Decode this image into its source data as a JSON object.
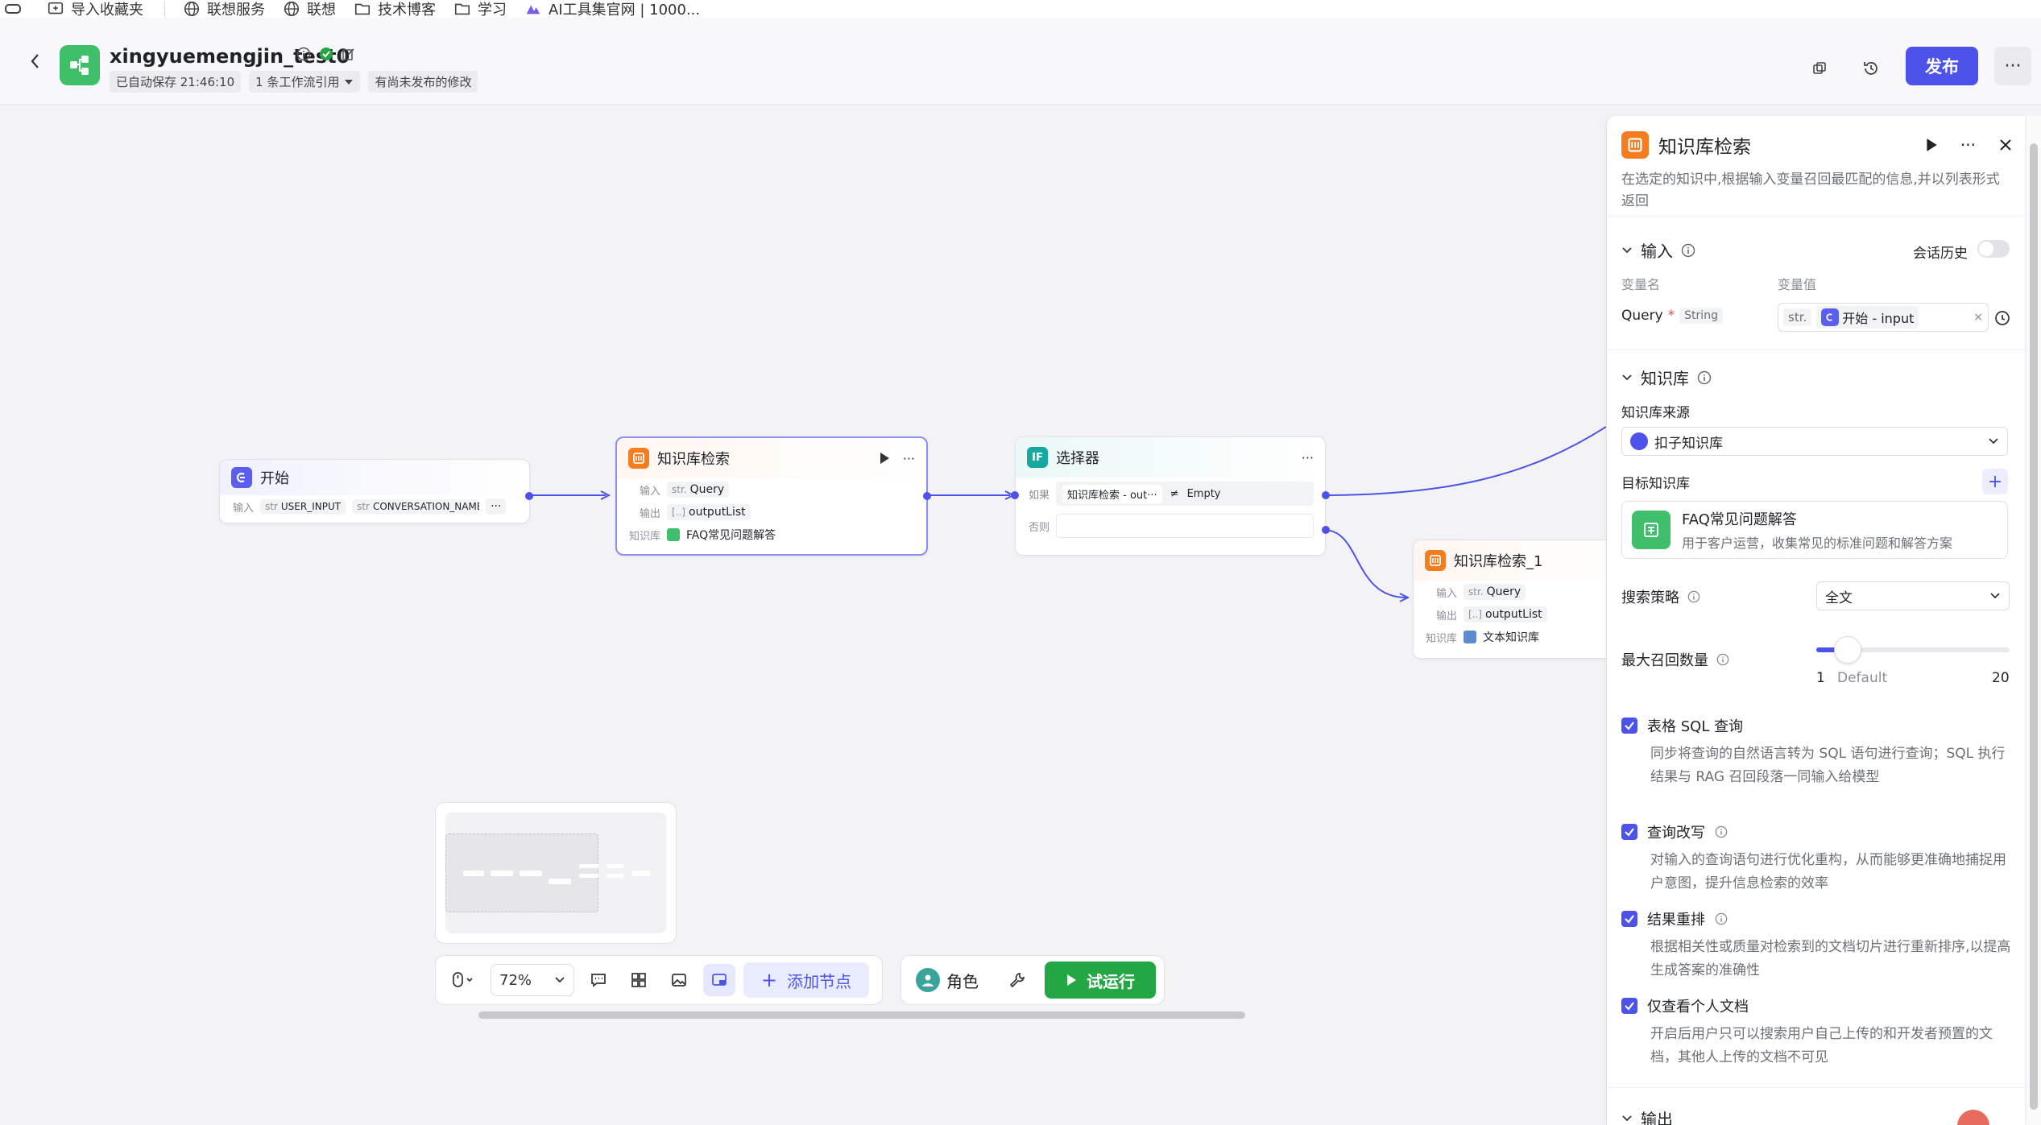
{
  "bookmarks": [
    {
      "label": "导入收藏夹",
      "icon": "import-icon"
    },
    {
      "label": "联想服务",
      "icon": "globe-icon"
    },
    {
      "label": "联想",
      "icon": "globe-icon"
    },
    {
      "label": "技术博客",
      "icon": "folder-icon"
    },
    {
      "label": "学习",
      "icon": "folder-icon"
    },
    {
      "label": "AI工具集官网 | 1000...",
      "icon": "ai-logo-icon"
    }
  ],
  "header": {
    "app_name": "xingyuemengjin_test0",
    "autosave": "已自动保存 21:46:10",
    "refs": "1 条工作流引用",
    "unpublished": "有尚未发布的修改",
    "publish_label": "发布",
    "more_label": "···"
  },
  "nodes": {
    "start": {
      "title": "开始",
      "input_label": "输入",
      "params": [
        {
          "type": "str",
          "name": "USER_INPUT"
        },
        {
          "type": "str",
          "name": "CONVERSATION_NAME"
        }
      ],
      "more": "···"
    },
    "kb1": {
      "title": "知识库检索",
      "input_label": "输入",
      "input_type": "str.",
      "input_value": "Query",
      "output_label": "输出",
      "output_type": "[..]",
      "output_value": "outputList",
      "kb_label": "知识库",
      "kb_value": "FAQ常见问题解答"
    },
    "selector": {
      "title": "选择器",
      "if_label": "如果",
      "cond_left": "知识库检索 - out···",
      "cond_op": "≠",
      "cond_right": "Empty",
      "else_label": "否则"
    },
    "kb2": {
      "title": "知识库检索_1",
      "input_label": "输入",
      "input_type": "str.",
      "input_value": "Query",
      "output_label": "输出",
      "output_type": "[..]",
      "output_value": "outputList",
      "kb_label": "知识库",
      "kb_value": "文本知识库"
    }
  },
  "toolbar": {
    "zoom": "72%",
    "add_node": "添加节点",
    "role": "角色",
    "run": "试运行"
  },
  "panel": {
    "title": "知识库检索",
    "description": "在选定的知识中,根据输入变量召回最匹配的信息,并以列表形式返回",
    "input_section": "输入",
    "chat_history": "会话历史",
    "col_var_name": "变量名",
    "col_var_value": "变量值",
    "query_name": "Query",
    "query_required": "*",
    "query_type": "String",
    "query_value_type": "str.",
    "query_value_ref": "开始 - input",
    "kb_section": "知识库",
    "kb_source_label": "知识库来源",
    "kb_source_value": "扣子知识库",
    "target_kb_label": "目标知识库",
    "kb_card_name": "FAQ常见问题解答",
    "kb_card_desc": "用于客户运营，收集常见的标准问题和解答方案",
    "search_strategy_label": "搜索策略",
    "search_strategy_value": "全文",
    "max_recall_label": "最大召回数量",
    "slider_min": "1",
    "slider_default": "Default",
    "slider_max": "20",
    "slider_value_fraction": 0.11,
    "options": [
      {
        "label": "表格 SQL 查询",
        "desc": "同步将查询的自然语言转为 SQL 语句进行查询；SQL 执行结果与 RAG 召回段落一同输入给模型",
        "checked": true
      },
      {
        "label": "查询改写",
        "desc": "对输入的查询语句进行优化重构，从而能够更准确地捕捉用户意图，提升信息检索的效率",
        "checked": true
      },
      {
        "label": "结果重排",
        "desc": "根据相关性或质量对检索到的文档切片进行重新排序,以提高生成答案的准确性",
        "checked": true
      },
      {
        "label": "仅查看个人文档",
        "desc": "开启后用户只可以搜索用户自己上传的和开发者预置的文档，其他人上传的文档不可见",
        "checked": true
      }
    ],
    "output_section": "输出"
  },
  "colors": {
    "accent": "#4d53e8",
    "app_green": "#3fbf6a",
    "run_green": "#23a644",
    "kb_orange": "#f57c1f",
    "selector_teal": "#17a8a0"
  }
}
